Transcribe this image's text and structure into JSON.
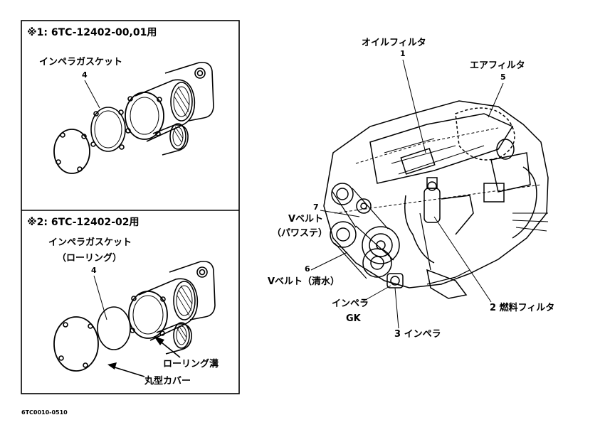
{
  "panel_top": {
    "heading": "※1: 6TC-12402-00,01用",
    "gasket_label": "インペラガスケット",
    "gasket_number": "4"
  },
  "panel_bottom": {
    "heading": "※2: 6TC-12402-02用",
    "gasket_label": "インペラガスケット",
    "gasket_sub": "（ローリング）",
    "gasket_number": "4",
    "groove_label": "ローリング溝",
    "cover_label": "丸型カバー"
  },
  "engine_labels": {
    "oil_filter": "オイルフィルタ",
    "oil_filter_no": "1",
    "air_filter": "エアフィルタ",
    "air_filter_no": "5",
    "vbelt_ps_no": "7",
    "vbelt_ps": "Vベルト",
    "vbelt_ps_sub": "（パワステ）",
    "vbelt_water_no": "6",
    "vbelt_water": "Vベルト（清水）",
    "impeller_gk": "インペラ",
    "impeller_gk_sub": "GK",
    "fuel_filter": "2 燃料フィルタ",
    "impeller": "3 インペラ"
  },
  "figure_code": "6TC0010-0510"
}
